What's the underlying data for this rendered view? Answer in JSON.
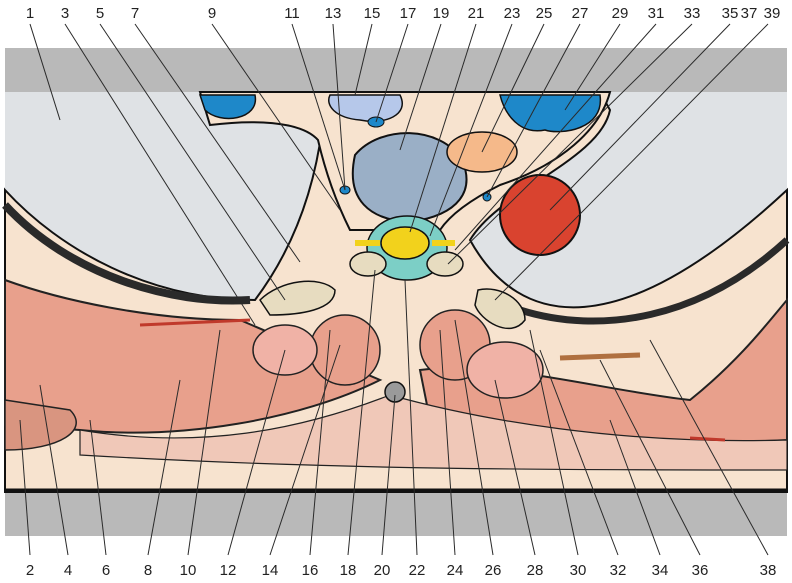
{
  "top_labels": [
    "1",
    "3",
    "5",
    "7",
    "9",
    "11",
    "13",
    "15",
    "17",
    "19",
    "21",
    "23",
    "25",
    "27",
    "29",
    "31",
    "33",
    "35",
    "37",
    "39"
  ],
  "bottom_labels": [
    "2",
    "4",
    "6",
    "8",
    "10",
    "12",
    "14",
    "16",
    "18",
    "20",
    "22",
    "24",
    "26",
    "28",
    "30",
    "32",
    "34",
    "36",
    "38"
  ],
  "colors": {
    "lung": "#dfe2e5",
    "soft_tissue": "#f7e3cf",
    "muscle": "#e8a08c",
    "deep_muscle": "#f0bfb0",
    "vertebral_body": "#9aafc6",
    "aorta": "#d9432f",
    "vein": "#1e88c9",
    "spinal_cord": "#f2d21c",
    "csf": "#7ccfc6",
    "esophagus": "#f5b98a",
    "bone": "#e7dcc0",
    "gray_band": "#b9b9b9"
  }
}
